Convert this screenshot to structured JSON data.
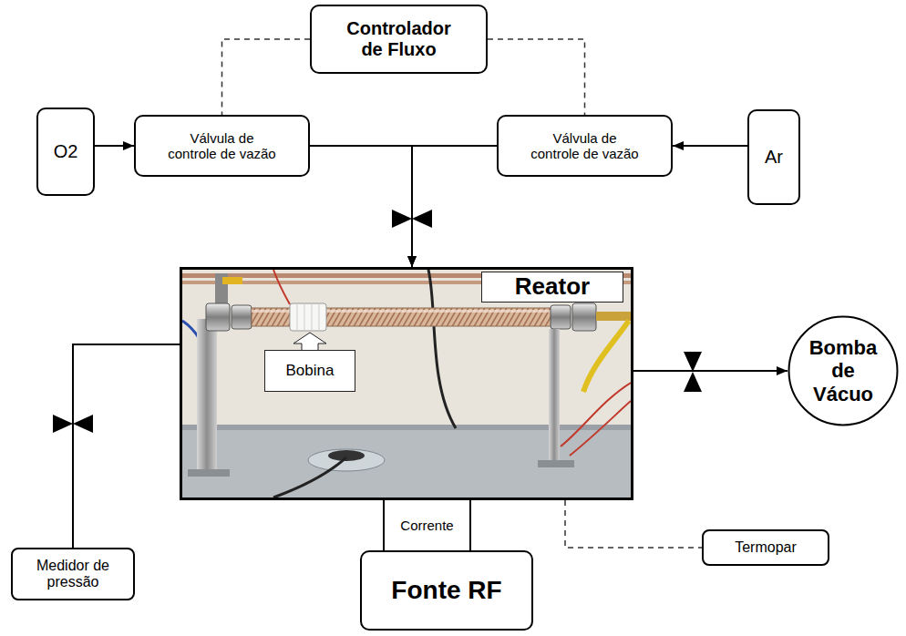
{
  "diagram": {
    "nodes": [
      {
        "text": [
          "Controlador de Fluxo"
        ]
      },
      {
        "text": [
          "O2"
        ]
      },
      {
        "text": [
          "Válvula de controle de vazão"
        ]
      },
      {
        "text": [
          "Válvula de controle de vazão"
        ]
      },
      {
        "text": [
          "Ar"
        ]
      },
      {
        "text": [
          "Reator"
        ]
      },
      {
        "text": [
          "Bobina"
        ],
        "in": 5
      },
      {
        "text": [
          "Bomba de Vácuo"
        ]
      },
      {
        "text": [
          "Medidor de pressão"
        ]
      },
      {
        "text": [
          "Fonte RF"
        ]
      },
      {
        "text": [
          "Termopar"
        ]
      }
    ],
    "edges": [
      {
        "from": 1,
        "to": 2,
        "arrow": "to"
      },
      {
        "from": 4,
        "to": 3,
        "arrow": "to"
      },
      {
        "from": 0,
        "to": 2,
        "arrow": "none"
      },
      {
        "from": 0,
        "to": 3,
        "arrow": "none"
      },
      {
        "from": 2,
        "to": 5,
        "arrow": "to"
      },
      {
        "from": 3,
        "to": 5,
        "arrow": "to"
      },
      {
        "from": 5,
        "to": 7,
        "arrow": "to"
      },
      {
        "from": 5,
        "to": 8,
        "arrow": "none"
      },
      {
        "from": 5,
        "to": 9,
        "arrow": "none",
        "label": "Corrente"
      },
      {
        "from": 5,
        "to": 10,
        "arrow": "none"
      }
    ]
  }
}
